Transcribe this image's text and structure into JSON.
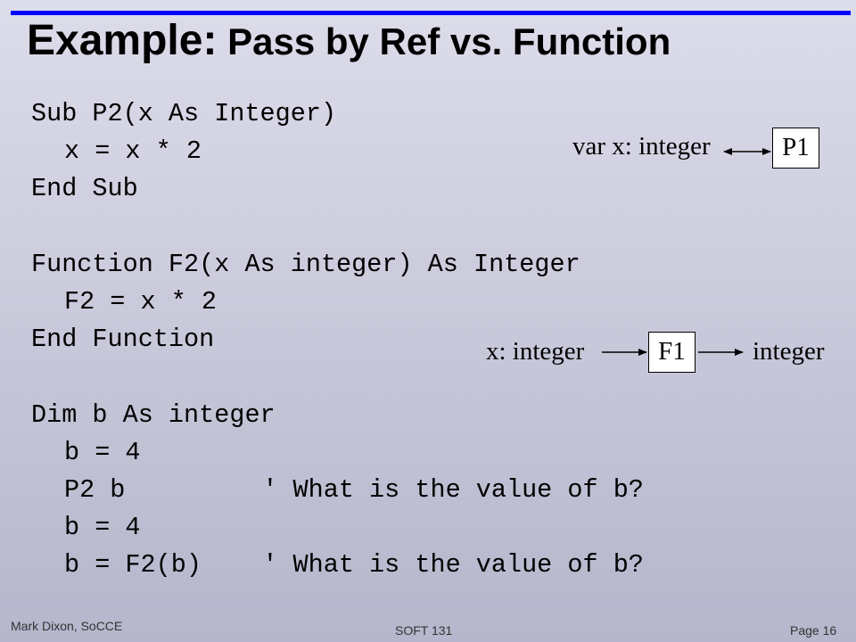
{
  "slide": {
    "title_big": "Example:",
    "title_small": " Pass by Ref vs. Function",
    "code_lines": [
      {
        "text": "Sub P2(x As Integer)",
        "indent": false
      },
      {
        "text": "x = x * 2",
        "indent": true
      },
      {
        "text": "End Sub",
        "indent": false
      },
      {
        "text": "",
        "indent": false
      },
      {
        "text": "Function F2(x As integer) As Integer",
        "indent": false
      },
      {
        "text": "F2 = x * 2",
        "indent": true
      },
      {
        "text": "End Function",
        "indent": false
      },
      {
        "text": "",
        "indent": false
      },
      {
        "text": "Dim b As integer",
        "indent": false
      },
      {
        "text": "b = 4",
        "indent": true
      },
      {
        "text": "P2 b         ' What is the value of b?",
        "indent": true
      },
      {
        "text": "b = 4",
        "indent": true
      },
      {
        "text": "b = F2(b)    ' What is the value of b?",
        "indent": true
      }
    ],
    "diagram_p1": {
      "param_label": "var x: integer",
      "box_label": "P1"
    },
    "diagram_f1": {
      "input_label": "x: integer",
      "box_label": "F1",
      "output_label": "integer"
    }
  },
  "footer": {
    "author": "Mark Dixon, SoCCE",
    "course": "SOFT 131",
    "page": "Page 16"
  }
}
